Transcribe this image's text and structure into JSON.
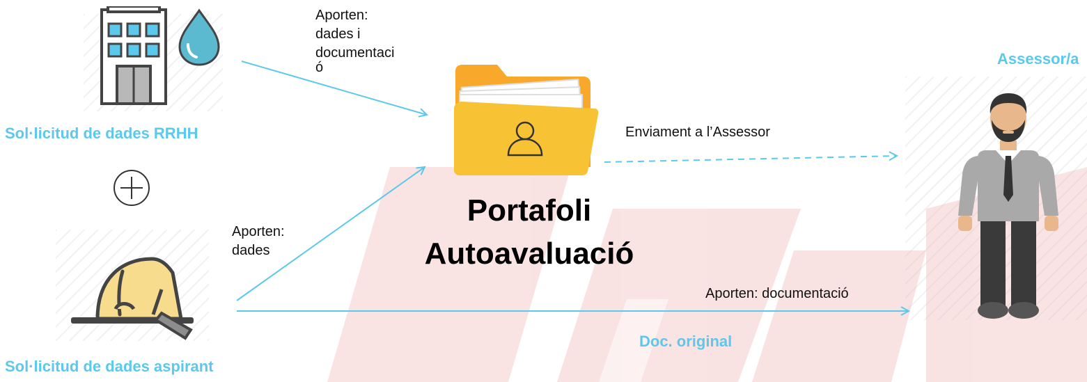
{
  "nodes": {
    "rrhh_label": "Sol·licitud de dades RRHH",
    "aspirant_label": "Sol·licitud de dades aspirant",
    "assessor_label": "Assessor/a",
    "portfolio_title_line1": "Portafoli",
    "portfolio_title_line2": "Autoavaluació",
    "doc_original_label": "Doc. original"
  },
  "edges": {
    "rrhh_to_portfolio": [
      "Aporten:",
      "dades i",
      "documentaci",
      "ó"
    ],
    "aspirant_to_portfolio": [
      "Aporten:",
      "dades"
    ],
    "portfolio_to_assessor": "Enviament a l’Assessor",
    "aspirant_to_assessor": "Aporten: documentació"
  },
  "icons": {
    "building": "building-icon",
    "water_drop": "water-drop-icon",
    "plus": "plus-circle-icon",
    "helmet": "hard-hat-icon",
    "folder": "folder-user-icon",
    "person": "assessor-person-icon"
  },
  "colors": {
    "accent_blue": "#5bc8ec",
    "arrow_blue": "#5bc8ec",
    "folder_yellow": "#f8c235",
    "helmet_yellow": "#f7dc8e",
    "background_red": "#d9262a"
  }
}
